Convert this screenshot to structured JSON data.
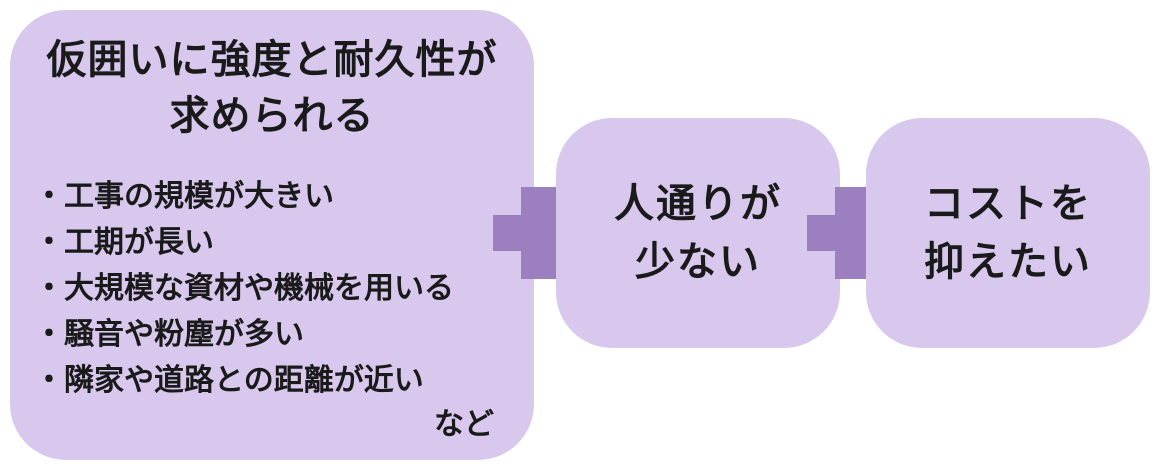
{
  "main_box": {
    "title_lines": [
      "仮囲いに強度と耐久性が",
      "求められる"
    ],
    "bullet_marker": "・",
    "bullets": [
      "工事の規模が大きい",
      "工期が長い",
      "大規模な資材や機械を用いる",
      "騒音や粉塵が多い",
      "隣家や道路との距離が近い"
    ],
    "footnote": "など"
  },
  "middle_box": {
    "lines": [
      "人通りが",
      "少ない"
    ]
  },
  "right_box": {
    "lines": [
      "コストを",
      "抑えたい"
    ]
  },
  "colors": {
    "box_fill": "#d9c8ee",
    "plus_fill": "#9b7fbe",
    "text": "#1a1a1a"
  }
}
